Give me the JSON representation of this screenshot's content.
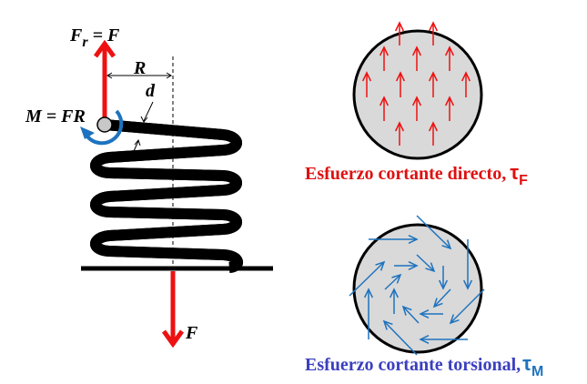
{
  "labels": {
    "reaction_force": "F",
    "reaction_sub": "r",
    "reaction_eq": " = F",
    "radius": "R",
    "wire_diameter": "d",
    "moment": "M = FR",
    "applied_force": "F"
  },
  "captions": {
    "direct": {
      "text": "Esfuerzo cortante directo,",
      "symbol": "τ",
      "subscript": "F"
    },
    "torsional": {
      "text": "Esfuerzo cortante torsional,",
      "symbol": "τ",
      "subscript": "M"
    }
  },
  "colors": {
    "force": "#ee1111",
    "moment": "#1e73be",
    "direct_caption": "#e01010",
    "torsional_caption": "#3b3fbf",
    "section_fill": "#d9d9d9"
  }
}
